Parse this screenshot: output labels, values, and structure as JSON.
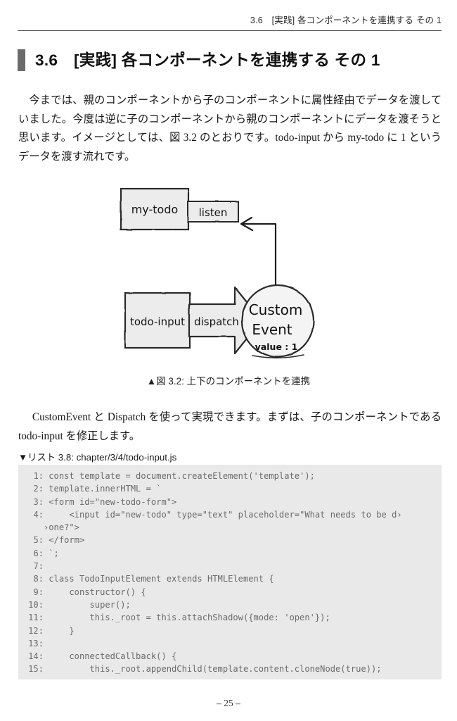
{
  "header": {
    "running_title": "3.6　[実践] 各コンポーネントを連携する その 1"
  },
  "heading": {
    "number": "3.6",
    "title": "3.6　[実践] 各コンポーネントを連携する その 1",
    "bar_color": "#6b6b6b"
  },
  "paragraphs": {
    "intro": "今までは、親のコンポーネントから子のコンポーネントに属性経由でデータを渡していました。今度は逆に子のコンポーネントから親のコンポーネントにデータを渡そうと思います。イメージとしては、図 3.2 のとおりです。todo-input から my-todo に 1 というデータを渡す流れです。",
    "after_figure": "CustomEvent と Dispatch を使って実現できます。まずは、子のコンポーネントである todo-input を修正します。"
  },
  "figure": {
    "caption": "▲図 3.2: 上下のコンポーネントを連携",
    "labels": {
      "parent_box": "my-todo",
      "listen_tab": "listen",
      "child_box": "todo-input",
      "dispatch_arrow": "dispatch",
      "event_circle_line1": "Custom",
      "event_circle_line2": "Event",
      "event_circle_value": "value : 1"
    },
    "colors": {
      "box_fill": "#ececec",
      "stroke": "#2b2b2b"
    }
  },
  "listing": {
    "caption": "▼リスト 3.8: chapter/3/4/todo-input.js",
    "background": "#e9e9e9",
    "text_color": "#6a6a6a",
    "lines": [
      {
        "num": "1:",
        "code": " const template = document.createElement('template');"
      },
      {
        "num": "2:",
        "code": " template.innerHTML = `"
      },
      {
        "num": "3:",
        "code": " <form id=\"new-todo-form\">"
      },
      {
        "num": "4:",
        "code": "     <input id=\"new-todo\" type=\"text\" placeholder=\"What needs to be d›"
      },
      {
        "num": "",
        "code": "›one?\">",
        "continuation": true
      },
      {
        "num": "5:",
        "code": " </form>"
      },
      {
        "num": "6:",
        "code": " `;"
      },
      {
        "num": "7:",
        "code": ""
      },
      {
        "num": "8:",
        "code": " class TodoInputElement extends HTMLElement {"
      },
      {
        "num": "9:",
        "code": "     constructor() {"
      },
      {
        "num": "10:",
        "code": "         super();"
      },
      {
        "num": "11:",
        "code": "         this._root = this.attachShadow({mode: 'open'});"
      },
      {
        "num": "12:",
        "code": "     }"
      },
      {
        "num": "13:",
        "code": ""
      },
      {
        "num": "14:",
        "code": "     connectedCallback() {"
      },
      {
        "num": "15:",
        "code": "         this._root.appendChild(template.content.cloneNode(true));"
      }
    ]
  },
  "footer": {
    "page_number": "– 25 –"
  }
}
